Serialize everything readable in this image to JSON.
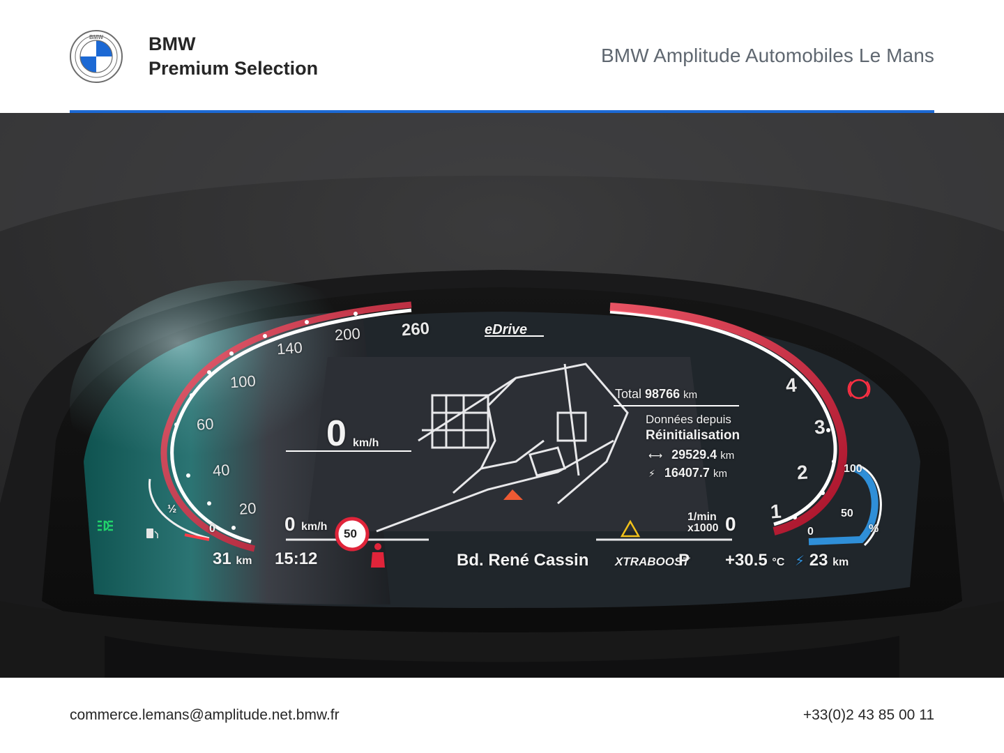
{
  "header": {
    "brand_line1": "BMW",
    "brand_line2": "Premium Selection",
    "dealer_name": "BMW Amplitude Automobiles Le Mans",
    "logo_text": "BMW",
    "accent_color": "#1c69d4"
  },
  "cluster": {
    "edrive_label": "eDrive",
    "speed_ticks": [
      "20",
      "40",
      "60",
      "100",
      "140",
      "200",
      "260"
    ],
    "rpm_ticks": [
      "1",
      "2",
      "3",
      "4"
    ],
    "fuel_half": "½",
    "fuel_zero": "0",
    "speed_value": "0",
    "speed_unit": "km/h",
    "speed_zero": "0",
    "speed_zero_unit": "km/h",
    "rpm_zero": "0",
    "rpm_unit_line1": "1/min",
    "rpm_unit_line2": "x1000",
    "total_label": "Total",
    "total_value": "98766",
    "total_unit": "km",
    "since_label": "Données depuis",
    "reset_label": "Réinitialisation",
    "trip_distance": "29529.4",
    "trip_distance_unit": "km",
    "trip_electric": "16407.7",
    "trip_electric_unit": "km",
    "battery_ticks": [
      "100",
      "50",
      "0"
    ],
    "battery_unit": "%",
    "speed_limit": "50",
    "fuel_range": "31",
    "fuel_range_unit": "km",
    "clock": "15:12",
    "street": "Bd. René Cassin",
    "drive_mode": "XTRABOOST",
    "gear": "P",
    "temperature": "+30.5",
    "temperature_unit": "°C",
    "electric_range": "23",
    "electric_range_unit": "km",
    "icons": [
      "parking-brake-icon",
      "warning-triangle-icon",
      "seatbelt-icon",
      "headlight-icon",
      "fuel-pump-icon",
      "navigation-arrow-icon"
    ],
    "colors": {
      "red": "#e0243a",
      "blue": "#2f8fd8",
      "green": "#21d36b",
      "amber": "#f2c21a"
    }
  },
  "footer": {
    "email": "commerce.lemans@amplitude.net.bmw.fr",
    "phone": "+33(0)2 43 85 00 11"
  }
}
